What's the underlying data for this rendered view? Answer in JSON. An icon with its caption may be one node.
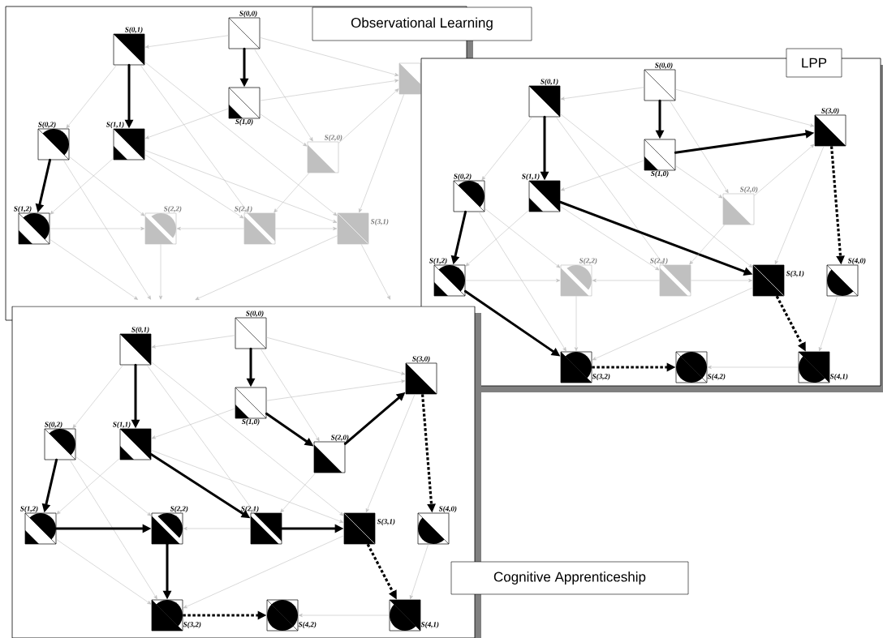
{
  "diagram": {
    "nodes": [
      {
        "text": [
          "Observational Learning"
        ]
      },
      {
        "text": [
          "S(0,0)"
        ],
        "in": 0
      },
      {
        "text": [
          "S(0,1)"
        ],
        "in": 0
      },
      {
        "text": [
          "S(1,0)"
        ],
        "in": 0
      },
      {
        "text": [
          "S(0,2)"
        ],
        "in": 0
      },
      {
        "text": [
          "S(1,1)"
        ],
        "in": 0
      },
      {
        "text": [
          "S(2,0)"
        ],
        "in": 0
      },
      {
        "text": [],
        "shape": "box",
        "in": 0
      },
      {
        "text": [
          "S(1,2)"
        ],
        "in": 0
      },
      {
        "text": [
          "S(2,2)"
        ],
        "in": 0
      },
      {
        "text": [
          "S(2,1)"
        ],
        "in": 0
      },
      {
        "text": [
          "S(3,1)"
        ],
        "in": 0
      },
      {
        "text": [
          "LPP"
        ]
      },
      {
        "text": [
          "S(0,0)"
        ],
        "in": 12
      },
      {
        "text": [
          "S(0,1)"
        ],
        "in": 12
      },
      {
        "text": [
          "S(1,0)"
        ],
        "in": 12
      },
      {
        "text": [
          "S(3,0)"
        ],
        "in": 12
      },
      {
        "text": [
          "S(0,2)"
        ],
        "in": 12
      },
      {
        "text": [
          "S(1,1)"
        ],
        "in": 12
      },
      {
        "text": [
          "S(2,0)"
        ],
        "in": 12
      },
      {
        "text": [
          "S(1,2)"
        ]
      },
      {
        "text": [
          "S(2,2)"
        ],
        "in": 12
      },
      {
        "text": [
          "S(2,1)"
        ],
        "in": 12
      },
      {
        "text": [
          "S(3,1)"
        ],
        "in": 12
      },
      {
        "text": [
          "S(4,0)"
        ],
        "in": 12
      },
      {
        "text": [
          "S(3,2)"
        ],
        "in": 12
      },
      {
        "text": [
          "S(4,2)"
        ],
        "in": 12
      },
      {
        "text": [
          "S(4,1)"
        ],
        "in": 12
      },
      {
        "text": [
          "Cognitive Apprenticeship"
        ]
      },
      {
        "text": [
          "S(0,0)"
        ],
        "in": 28
      },
      {
        "text": [
          "S(0,1)"
        ],
        "in": 28
      },
      {
        "text": [
          "S(1,0)"
        ],
        "in": 28
      },
      {
        "text": [
          "S(3,0)"
        ],
        "in": 28
      },
      {
        "text": [
          "S(0,2)"
        ],
        "in": 28
      },
      {
        "text": [
          "S(1,1)"
        ],
        "in": 28
      },
      {
        "text": [
          "S(2,0)"
        ],
        "in": 28
      },
      {
        "text": [
          "S(1,2)"
        ],
        "in": 28
      },
      {
        "text": [
          "S(2,2)"
        ],
        "in": 28
      },
      {
        "text": [
          "S(2,1)"
        ],
        "in": 28
      },
      {
        "text": [
          "S(3,1)"
        ],
        "in": 28
      },
      {
        "text": [
          "S(4,0)"
        ],
        "in": 28
      },
      {
        "text": [
          "S(3,2)"
        ],
        "in": 28
      },
      {
        "text": [
          "S(4,2)"
        ],
        "in": 28
      },
      {
        "text": [
          "S(4,1)"
        ],
        "in": 28
      }
    ],
    "edges": [
      {
        "from": 1,
        "to": 2,
        "arrow": "to"
      },
      {
        "from": 1,
        "to": 3,
        "arrow": "to",
        "style": "thick",
        "color": "#000000"
      },
      {
        "from": 1,
        "to": 7,
        "arrow": "to"
      },
      {
        "from": 1,
        "to": 6,
        "arrow": "to"
      },
      {
        "from": 2,
        "to": 5,
        "arrow": "to",
        "style": "thick",
        "color": "#000000"
      },
      {
        "from": 2,
        "to": 4,
        "arrow": "to"
      },
      {
        "from": 2,
        "to": 10,
        "arrow": "to"
      },
      {
        "from": 2,
        "to": 11,
        "arrow": "to"
      },
      {
        "from": 3,
        "to": 5,
        "arrow": "to"
      },
      {
        "from": 3,
        "to": 7,
        "arrow": "to"
      },
      {
        "from": 3,
        "to": 6,
        "arrow": "to"
      },
      {
        "from": 4,
        "to": 8,
        "arrow": "to",
        "style": "thick",
        "color": "#000000"
      },
      {
        "from": 4,
        "to": 9,
        "arrow": "to"
      },
      {
        "from": 4,
        "to": null,
        "arrow": "to"
      },
      {
        "from": 5,
        "to": 8,
        "arrow": "to"
      },
      {
        "from": 5,
        "to": 10,
        "arrow": "to"
      },
      {
        "from": 5,
        "to": 11,
        "arrow": "to"
      },
      {
        "from": 6,
        "to": 7,
        "arrow": "to"
      },
      {
        "from": 6,
        "to": 10,
        "arrow": "to"
      },
      {
        "from": 7,
        "to": 11,
        "arrow": "to"
      },
      {
        "from": 8,
        "to": 9,
        "arrow": "to"
      },
      {
        "from": 8,
        "to": null,
        "arrow": "to"
      },
      {
        "from": 10,
        "to": 9,
        "arrow": "to"
      },
      {
        "from": 10,
        "to": 11,
        "arrow": "to"
      },
      {
        "from": 9,
        "to": null,
        "arrow": "to"
      },
      {
        "from": 11,
        "to": null,
        "arrow": "to"
      },
      {
        "from": 11,
        "to": null,
        "arrow": "to"
      },
      {
        "from": 13,
        "to": 14,
        "arrow": "to"
      },
      {
        "from": 13,
        "to": 15,
        "arrow": "to",
        "style": "thick",
        "color": "#000000"
      },
      {
        "from": 13,
        "to": 16,
        "arrow": "to"
      },
      {
        "from": 13,
        "to": 19,
        "arrow": "to"
      },
      {
        "from": 14,
        "to": 18,
        "arrow": "to",
        "style": "thick",
        "color": "#000000"
      },
      {
        "from": 14,
        "to": 17,
        "arrow": "to"
      },
      {
        "from": 14,
        "to": 22,
        "arrow": "to"
      },
      {
        "from": 14,
        "to": 23,
        "arrow": "to"
      },
      {
        "from": 15,
        "to": 18,
        "arrow": "to"
      },
      {
        "from": 15,
        "to": 16,
        "arrow": "to",
        "style": "thick",
        "color": "#000000"
      },
      {
        "from": 15,
        "to": 19,
        "arrow": "to"
      },
      {
        "from": 17,
        "to": 20,
        "arrow": "to",
        "style": "thick",
        "color": "#000000"
      },
      {
        "from": 17,
        "to": 21,
        "arrow": "to"
      },
      {
        "from": 17,
        "to": 25,
        "arrow": "to"
      },
      {
        "from": 18,
        "to": 20,
        "arrow": "to"
      },
      {
        "from": 18,
        "to": 22,
        "arrow": "to"
      },
      {
        "from": 18,
        "to": 23,
        "arrow": "to",
        "style": "thick",
        "color": "#000000"
      },
      {
        "from": 19,
        "to": 16,
        "arrow": "to"
      },
      {
        "from": 19,
        "to": 22,
        "arrow": "to"
      },
      {
        "from": 16,
        "to": 23,
        "arrow": "to"
      },
      {
        "from": 16,
        "to": 24,
        "arrow": "to",
        "style": "dashed",
        "color": "#000000"
      },
      {
        "from": 20,
        "to": 21,
        "arrow": "to"
      },
      {
        "from": 20,
        "to": 25,
        "arrow": "to",
        "style": "thick",
        "color": "#000000"
      },
      {
        "from": 22,
        "to": 21,
        "arrow": "to"
      },
      {
        "from": 22,
        "to": 23,
        "arrow": "to"
      },
      {
        "from": 21,
        "to": 25,
        "arrow": "to"
      },
      {
        "from": 23,
        "to": 25,
        "arrow": "to"
      },
      {
        "from": 23,
        "to": 27,
        "arrow": "to",
        "style": "dashed",
        "color": "#000000"
      },
      {
        "from": 24,
        "to": 27,
        "arrow": "to"
      },
      {
        "from": 27,
        "to": 26,
        "arrow": "to"
      },
      {
        "from": 25,
        "to": 26,
        "arrow": "to",
        "style": "dashed",
        "color": "#000000"
      },
      {
        "from": 29,
        "to": 30,
        "arrow": "to"
      },
      {
        "from": 29,
        "to": 31,
        "arrow": "to",
        "style": "thick",
        "color": "#000000"
      },
      {
        "from": 29,
        "to": 32,
        "arrow": "to"
      },
      {
        "from": 29,
        "to": 35,
        "arrow": "to"
      },
      {
        "from": 30,
        "to": 34,
        "arrow": "to",
        "style": "thick",
        "color": "#000000"
      },
      {
        "from": 30,
        "to": 33,
        "arrow": "to"
      },
      {
        "from": 30,
        "to": 38,
        "arrow": "to"
      },
      {
        "from": 30,
        "to": 39,
        "arrow": "to"
      },
      {
        "from": 31,
        "to": 34,
        "arrow": "to"
      },
      {
        "from": 31,
        "to": 32,
        "arrow": "to"
      },
      {
        "from": 31,
        "to": 35,
        "arrow": "to",
        "style": "thick",
        "color": "#000000"
      },
      {
        "from": 33,
        "to": 36,
        "arrow": "to",
        "style": "thick",
        "color": "#000000"
      },
      {
        "from": 33,
        "to": 37,
        "arrow": "to"
      },
      {
        "from": 33,
        "to": 41,
        "arrow": "to"
      },
      {
        "from": 34,
        "to": 36,
        "arrow": "to"
      },
      {
        "from": 34,
        "to": 38,
        "arrow": "to",
        "style": "thick",
        "color": "#000000"
      },
      {
        "from": 34,
        "to": 39,
        "arrow": "to"
      },
      {
        "from": 35,
        "to": 32,
        "arrow": "to",
        "style": "thick",
        "color": "#000000"
      },
      {
        "from": 35,
        "to": 38,
        "arrow": "to"
      },
      {
        "from": 32,
        "to": 39,
        "arrow": "to"
      },
      {
        "from": 32,
        "to": 40,
        "arrow": "to",
        "style": "dashed",
        "color": "#000000"
      },
      {
        "from": 36,
        "to": 37,
        "arrow": "to",
        "style": "thick",
        "color": "#000000"
      },
      {
        "from": 36,
        "to": 41,
        "arrow": "to"
      },
      {
        "from": 38,
        "to": 37,
        "arrow": "to"
      },
      {
        "from": 38,
        "to": 39,
        "arrow": "to",
        "style": "thick",
        "color": "#000000"
      },
      {
        "from": 37,
        "to": 41,
        "arrow": "to",
        "style": "thick",
        "color": "#000000"
      },
      {
        "from": 39,
        "to": 41,
        "arrow": "to"
      },
      {
        "from": 39,
        "to": 43,
        "arrow": "to",
        "style": "dashed",
        "color": "#000000"
      },
      {
        "from": 40,
        "to": 43,
        "arrow": "to"
      },
      {
        "from": 43,
        "to": 42,
        "arrow": "to"
      },
      {
        "from": 41,
        "to": 42,
        "arrow": "to",
        "style": "dashed",
        "color": "#000000"
      }
    ]
  }
}
